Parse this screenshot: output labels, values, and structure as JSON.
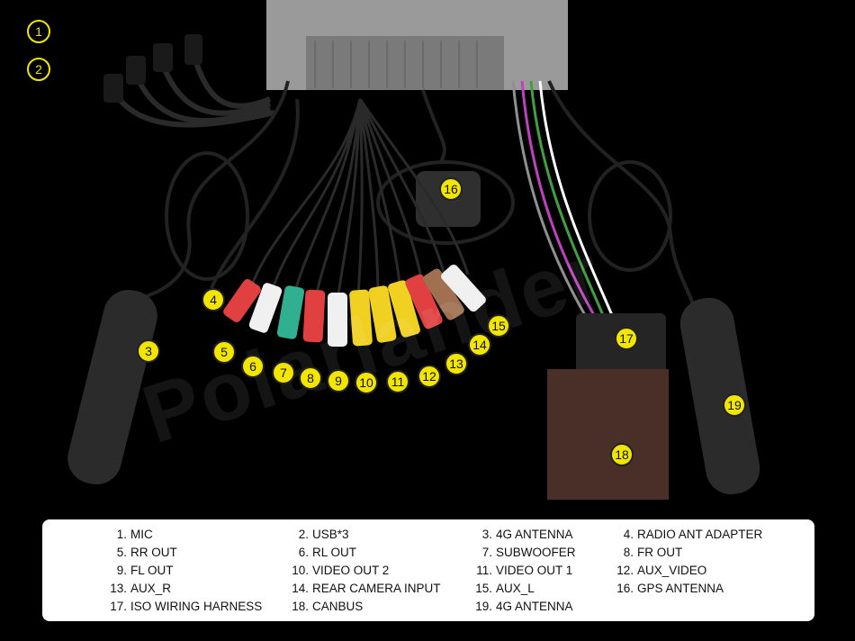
{
  "photo": {
    "watermark": "Polarlander",
    "markers": [
      "1",
      "2",
      "3",
      "4",
      "5",
      "6",
      "7",
      "8",
      "9",
      "10",
      "11",
      "12",
      "13",
      "14",
      "15",
      "16",
      "17",
      "18",
      "19"
    ]
  },
  "legend": {
    "rows": [
      [
        {
          "num": "1.",
          "label": "MIC"
        },
        {
          "num": "2.",
          "label": "USB*3"
        },
        {
          "num": "3.",
          "label": "4G ANTENNA"
        },
        {
          "num": "4.",
          "label": "RADIO ANT ADAPTER"
        }
      ],
      [
        {
          "num": "5.",
          "label": "RR OUT"
        },
        {
          "num": "6.",
          "label": "RL OUT"
        },
        {
          "num": "7.",
          "label": "SUBWOOFER"
        },
        {
          "num": "8.",
          "label": "FR OUT"
        }
      ],
      [
        {
          "num": "9.",
          "label": "FL OUT"
        },
        {
          "num": "10.",
          "label": "VIDEO OUT 2"
        },
        {
          "num": "11.",
          "label": "VIDEO OUT 1"
        },
        {
          "num": "12.",
          "label": "AUX_VIDEO"
        }
      ],
      [
        {
          "num": "13.",
          "label": "AUX_R"
        },
        {
          "num": "14.",
          "label": "REAR CAMERA INPUT"
        },
        {
          "num": "15.",
          "label": "AUX_L"
        },
        {
          "num": "16.",
          "label": "GPS ANTENNA"
        }
      ],
      [
        {
          "num": "17.",
          "label": "ISO WIRING HARNESS"
        },
        {
          "num": "18.",
          "label": "CANBUS"
        },
        {
          "num": "19.",
          "label": "4G ANTENNA"
        }
      ]
    ]
  }
}
